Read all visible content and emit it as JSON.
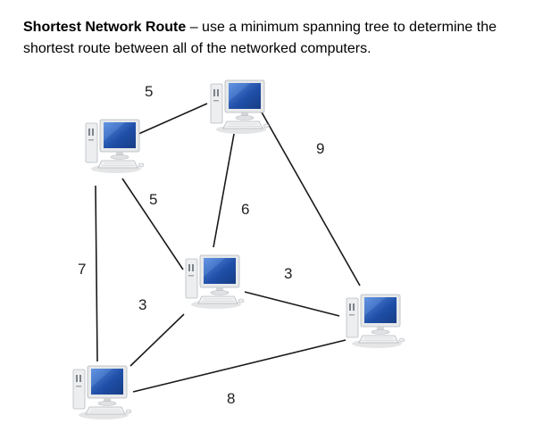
{
  "intro": {
    "title": "Shortest Network Route",
    "separator": " – ",
    "text": "use a minimum spanning tree to determine the shortest route between all of the networked computers."
  },
  "network": {
    "nodes": [
      {
        "id": "A",
        "icon": "desktop-computer-icon"
      },
      {
        "id": "B",
        "icon": "desktop-computer-icon"
      },
      {
        "id": "C",
        "icon": "desktop-computer-icon"
      },
      {
        "id": "D",
        "icon": "desktop-computer-icon"
      },
      {
        "id": "E",
        "icon": "desktop-computer-icon"
      }
    ],
    "edges": [
      {
        "from": "A",
        "to": "B",
        "weight": "5"
      },
      {
        "from": "A",
        "to": "C",
        "weight": "5"
      },
      {
        "from": "A",
        "to": "E",
        "weight": "7"
      },
      {
        "from": "B",
        "to": "C",
        "weight": "6"
      },
      {
        "from": "B",
        "to": "D",
        "weight": "9"
      },
      {
        "from": "C",
        "to": "D",
        "weight": "3"
      },
      {
        "from": "C",
        "to": "E",
        "weight": "3"
      },
      {
        "from": "E",
        "to": "D",
        "weight": "8"
      }
    ]
  },
  "colors": {
    "screen": "#1f4fa8",
    "screen_highlight": "#4a7fd6",
    "monitor_frame": "#e4e6e8",
    "tower": "#e9ebed",
    "line": "#1a1a1a"
  }
}
